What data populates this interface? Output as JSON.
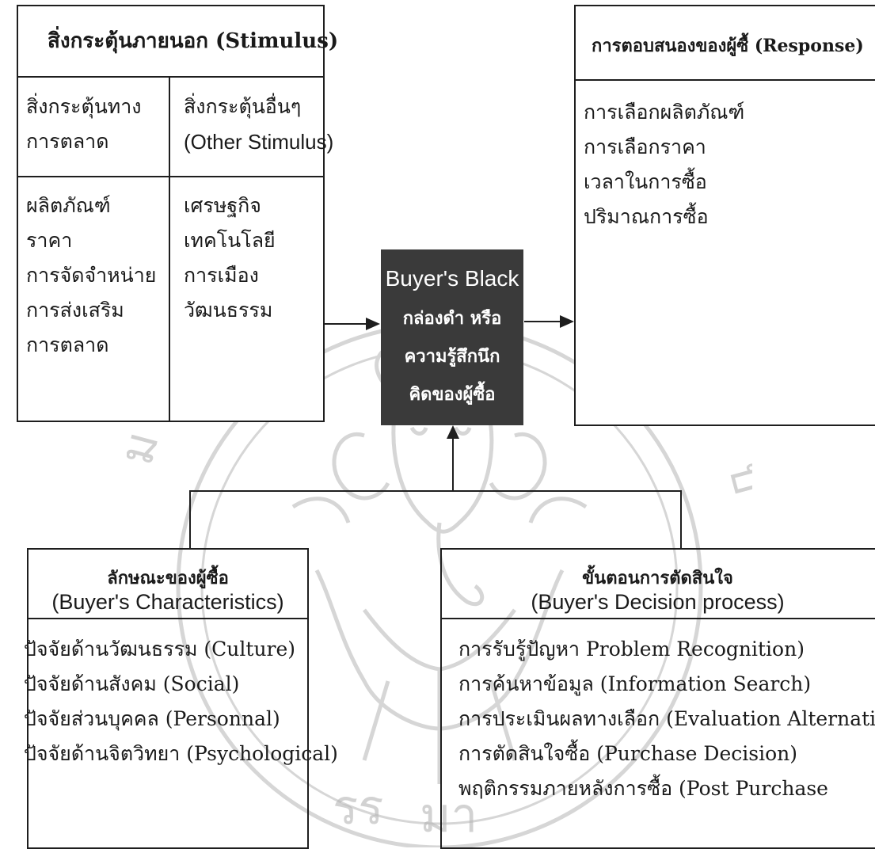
{
  "stimulus": {
    "title": "สิ่งกระตุ้นภายนอก (Stimulus)",
    "marketing_header": [
      "สิ่งกระตุ้นทาง",
      "การตลาด"
    ],
    "other_header": [
      "สิ่งกระตุ้นอื่นๆ",
      "(Other Stimulus)"
    ],
    "marketing_items": [
      "ผลิตภัณฑ์",
      "ราคา",
      "การจัดจำหน่าย",
      "การส่งเสริม",
      "การตลาด"
    ],
    "other_items": [
      "เศรษฐกิจ",
      "เทคโนโลยี",
      "การเมือง",
      "วัฒนธรรม"
    ]
  },
  "black_box": {
    "title": "Buyer's Black",
    "lines": [
      "กล่องดำ หรือ",
      "ความรู้สึกนึก",
      "คิดของผู้ซื้อ"
    ]
  },
  "response": {
    "title": "การตอบสนองของผู้ซื้ (Response)",
    "items": [
      "การเลือกผลิตภัณฑ์",
      "การเลือกราคา",
      "เวลาในการซื้อ",
      "ปริมาณการซื้อ"
    ]
  },
  "characteristics": {
    "title_th": "ลักษณะของผู้ซื้อ",
    "title_en": "(Buyer's Characteristics)",
    "items": [
      "ปัจจัยด้านวัฒนธรรม (Culture)",
      "ปัจจัยด้านสังคม (Social)",
      "ปัจจัยส่วนบุคคล (Personnal)",
      "ปัจจัยด้านจิตวิทยา (Psychological)"
    ]
  },
  "decision": {
    "title_th": "ขั้นตอนการตัดสินใจ",
    "title_en": "(Buyer's Decision process)",
    "items": [
      "การรับรู้ปัญหา Problem Recognition)",
      "การค้นหาข้อมูล (Information Search)",
      "การประเมินผลทางเลือก (Evaluation Alternative)",
      "การตัดสินใจซื้อ (Purchase Decision)",
      "พฤติกรรมภายหลังการซื้อ (Post Purchase"
    ]
  },
  "watermark": {
    "icon": "university-seal-watermark",
    "fragments": [
      "ร",
      "ม",
      "ร",
      "ป",
      "รร",
      "มา"
    ]
  },
  "colors": {
    "line": "#1e1e1e",
    "black_box_fill": "#3a3a3a",
    "black_box_text": "#ffffff",
    "watermark": "#b5b5b5"
  }
}
